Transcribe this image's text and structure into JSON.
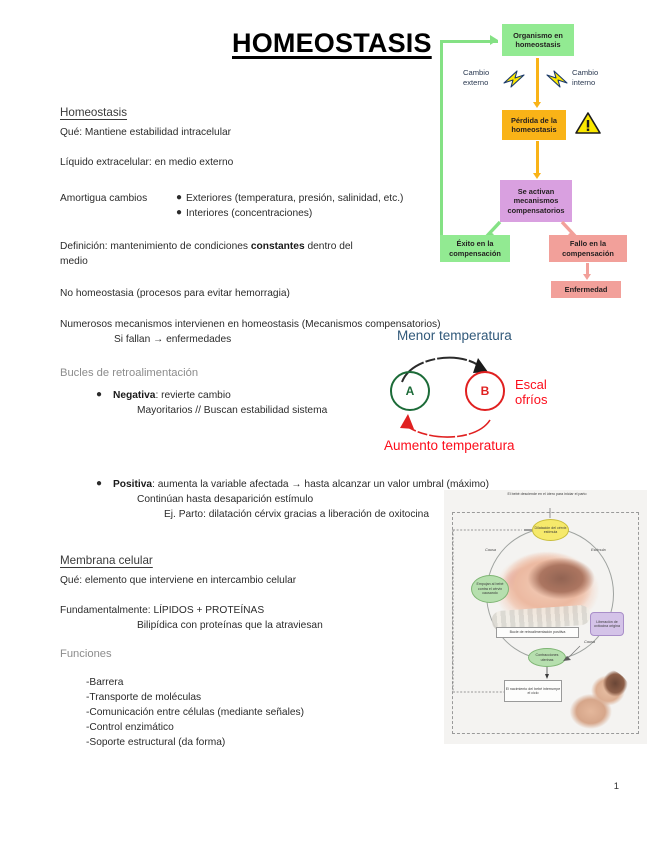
{
  "document": {
    "title": "HOMEOSTASIS",
    "page_number": "1"
  },
  "sections": {
    "homeostasis": {
      "heading": "Homeostasis",
      "lines": [
        "Qué: Mantiene estabilidad intracelular",
        "Líquido extracelular: en medio externo",
        "Amortigua cambios",
        "Exteriores (temperatura, presión, salinidad, etc.)",
        "Interiores (concentraciones)",
        "Definición: mantenimiento de condiciones ",
        "constantes",
        " dentro del",
        "medio",
        "No homeostasia (procesos para evitar hemorragia)",
        "Numerosos mecanismos intervienen en homeostasis (Mecanismos compensatorios)",
        "Si fallan → enfermedades"
      ]
    },
    "bucles": {
      "heading": "Bucles de retroalimentación",
      "negativa_label": "Negativa",
      "negativa_text": ": revierte cambio",
      "negativa_sub": "Mayoritarios // Buscan estabilidad sistema",
      "positiva_label": "Positiva",
      "positiva_text": ": aumenta la variable afectada → hasta alcanzar un valor umbral (máximo)",
      "positiva_sub1": "Continúan hasta desaparición estímulo",
      "positiva_sub2": "Ej. Parto: dilatación cérvix gracias a liberación de oxitocina"
    },
    "membrana": {
      "heading": "Membrana celular",
      "line1": "Qué: elemento que interviene en intercambio celular",
      "line2": "Fundamentalmente: LÍPIDOS + PROTEÍNAS",
      "line3": "Bilipídica con proteínas que la atraviesan",
      "funciones_heading": "Funciones",
      "funciones": [
        "-Barrera",
        "-Transporte de moléculas",
        "-Comunicación entre células (mediante señales)",
        "-Control enzimático",
        "-Soporte estructural (da forma)"
      ]
    }
  },
  "flowchart": {
    "nodes": {
      "organismo": "Organismo en homeostasis",
      "perdida": "Pérdida de la homeostasis",
      "mecanismos": "Se activan mecanismos compensatorios",
      "exito": "Éxito en la compensación",
      "fallo": "Fallo en la compensación",
      "enfermedad": "Enfermedad"
    },
    "labels": {
      "cambio_externo": "Cambio externo",
      "cambio_interno": "Cambio interno"
    },
    "colors": {
      "green": "#92ea92",
      "orange": "#f9b317",
      "purple": "#d9a0e0",
      "red": "#f2a09a",
      "arrow_green": "#84e184"
    }
  },
  "loop_diagram": {
    "top_label": "Menor temperatura",
    "bottom_label": "Aumento temperatura",
    "side_label_line1": "Escal",
    "side_label_line2": "ofríos",
    "node_a": "A",
    "node_b": "B",
    "colors": {
      "a": "#1c6b38",
      "b": "#e02020",
      "top_text": "#31597a",
      "bottom_text": "#fc0d1b"
    }
  },
  "birth_figure": {
    "caption_top": "El bebé desciende en el útero para iniciar el parto",
    "node_dilatacion": "Dilatación del cérvix estímula",
    "node_empujan": "Empujan al bebé contra el cérvix causando",
    "node_liberacion": "Liberación de oxitocina origina",
    "node_contracciones": "Contracciones uterinas",
    "node_bucle": "Bucle de retroalimentación positiva",
    "node_nacimiento": "El nacimiento del bebé interrumpe el ciclo",
    "label_causa_left": "Causa",
    "label_estimula": "Estimula",
    "label_causa_right": "Causa"
  }
}
